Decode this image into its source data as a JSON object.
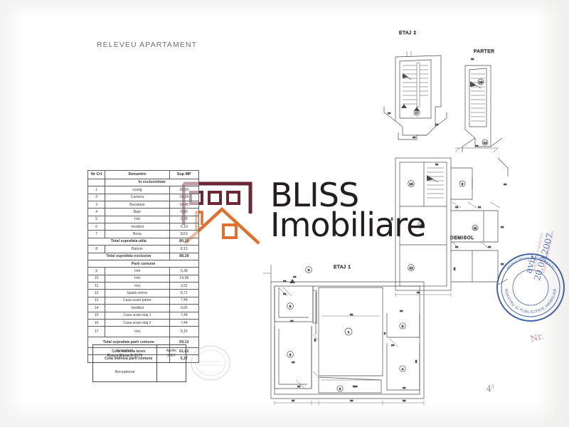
{
  "document": {
    "title": "RELEVEU APARTAMENT",
    "corner_mark": "4",
    "corner_mark_sup": "5"
  },
  "table": {
    "headers": {
      "nr": "Nr Crt",
      "name": "Denumire",
      "value": "Sup MP"
    },
    "section_exclusive": "In exclusivitate",
    "section_common": "Parti comune",
    "rows_exclusive": [
      {
        "nr": "1",
        "name": "Living",
        "value": "30,09"
      },
      {
        "nr": "2",
        "name": "Camera",
        "value": "16,28"
      },
      {
        "nr": "3",
        "name": "Bucatarie",
        "value": "10,46"
      },
      {
        "nr": "4",
        "name": "Baie",
        "value": "6,96"
      },
      {
        "nr": "5",
        "name": "Hol",
        "value": "2,78"
      },
      {
        "nr": "6",
        "name": "Vestibul",
        "value": "5,10"
      },
      {
        "nr": "7",
        "name": "Boxa",
        "value": "8,53"
      }
    ],
    "total_utila": {
      "name": "Total suprafata utila",
      "value": "80,15"
    },
    "balcon": {
      "nr": "8",
      "name": "Balcon",
      "value": "8,13"
    },
    "total_exclusiva": {
      "name": "Total suprafata exclusiva",
      "value": "88,28"
    },
    "rows_common": [
      {
        "nr": "9",
        "name": "Hol",
        "value": "5,38"
      },
      {
        "nr": "10",
        "name": "Hol",
        "value": "14,98"
      },
      {
        "nr": "11",
        "name": "Hol",
        "value": "3,52"
      },
      {
        "nr": "12",
        "name": "Spatiu tehnic",
        "value": "8,71"
      },
      {
        "nr": "13",
        "name": "Casa scarii parter",
        "value": "7,44"
      },
      {
        "nr": "14",
        "name": "Vestibul",
        "value": "9,05"
      },
      {
        "nr": "15",
        "name": "Casa scarii etaj 1",
        "value": "7,44"
      },
      {
        "nr": "16",
        "name": "Casa scarii etaj 2",
        "value": "7,44"
      },
      {
        "nr": "17",
        "name": "Hol",
        "value": "5,16"
      }
    ],
    "total_common": {
      "name": "Total suprafata parti comune",
      "value": "69,12"
    },
    "cota_teren": {
      "name": "Cota indiviza teren",
      "value": "61,82"
    },
    "cota_parti": {
      "name": "Cota indiviza parti comune",
      "value": "5,17"
    }
  },
  "signature": {
    "executant_label": "Executant",
    "executant_name": "Rosca Elena  B-3173",
    "date_month": "Aprilie",
    "date_year": "2007",
    "receptionat_label": "Receptionat"
  },
  "logo": {
    "line1": "BLISS",
    "line2": "Imobiliare",
    "building_color": "#6b2733",
    "roof_color": "#e0702e",
    "text_color": "#231f20"
  },
  "plans": {
    "etaj2": "ETAJ 2",
    "parter": "PARTER",
    "demisol": "DEMISOL",
    "etaj1": "ETAJ 1"
  },
  "room_numbers_etaj1": [
    "1",
    "3",
    "4",
    "5",
    "6",
    "8"
  ],
  "room_numbers_demisol": [
    "10",
    "11",
    "12",
    "13"
  ],
  "stamps": {
    "blue_rim_top": "MUNICIPIUL BUCURESTI",
    "blue_rim_bottom": "CADASTRU SI PUBLICITATE IMOBILIARA",
    "blue_ink_1": "aviz",
    "blue_ink_2": "20.09.2007",
    "red_text_1": "OFICIUL DE CADASTRU",
    "red_text_2": "PUBLICITATE IMOBILIARA",
    "red_ink": "Nr."
  }
}
